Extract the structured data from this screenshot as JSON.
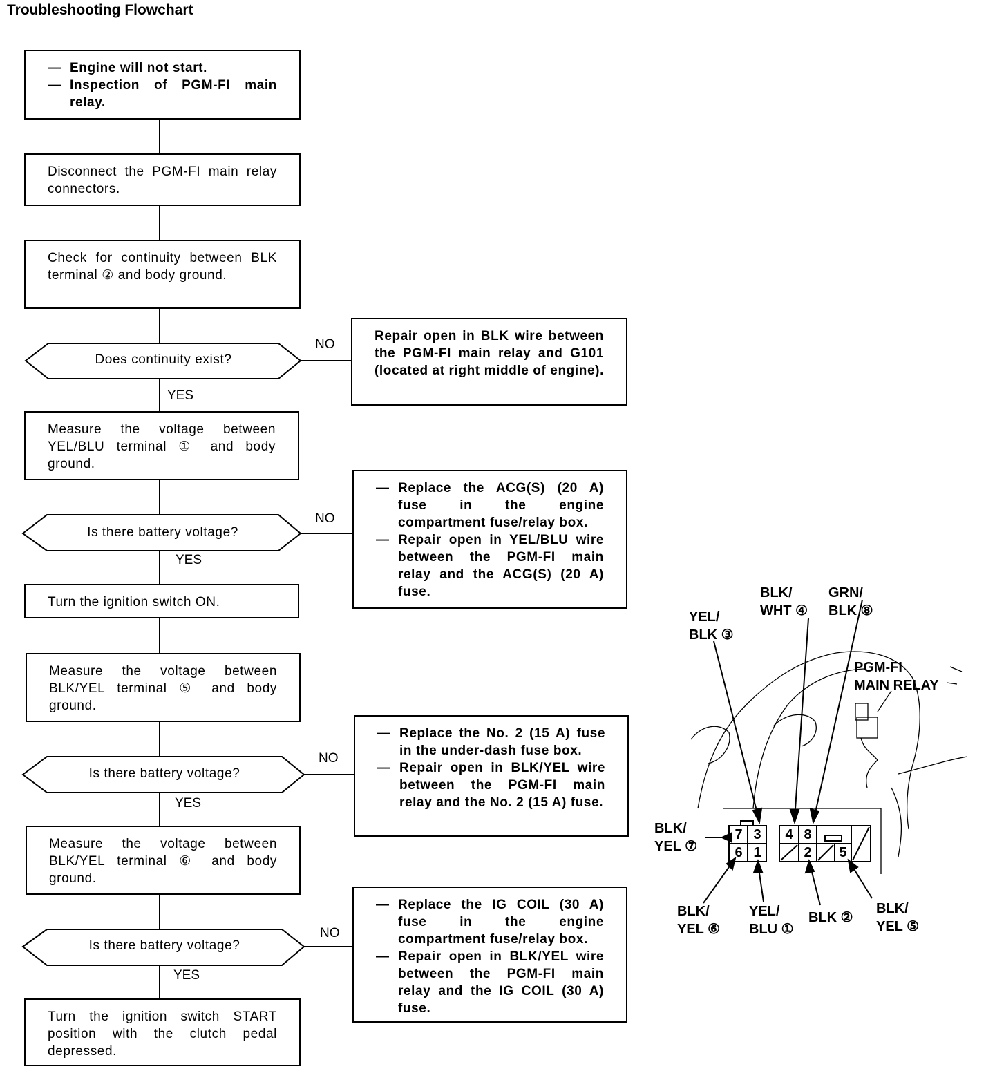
{
  "title": "Troubleshooting Flowchart",
  "flow": {
    "start": {
      "items": [
        "Engine will not start.",
        "Inspection of PGM-FI main relay."
      ]
    },
    "step1": "Disconnect the PGM-FI main relay connectors.",
    "step2": "Check for continuity between BLK terminal ② and body ground.",
    "decision1": {
      "question": "Does continuity exist?",
      "yes": "YES",
      "no": "NO"
    },
    "repair1": "Repair open in BLK wire between the PGM-FI main relay and G101 (located at right middle of engine).",
    "step3": "Measure the voltage between YEL/BLU terminal ① and body ground.",
    "decision2": {
      "question": "Is there battery voltage?",
      "yes": "YES",
      "no": "NO"
    },
    "repair2": {
      "items": [
        "Replace the ACG(S) (20 A) fuse in the engine compartment fuse/relay box.",
        "Repair open in YEL/BLU wire between the PGM-FI main relay and the ACG(S) (20 A) fuse."
      ]
    },
    "step4": "Turn the ignition switch ON.",
    "step5": "Measure the voltage between BLK/YEL terminal ⑤ and body ground.",
    "decision3": {
      "question": "Is there battery voltage?",
      "yes": "YES",
      "no": "NO"
    },
    "repair3": {
      "items": [
        "Replace the No. 2 (15 A) fuse in the under-dash fuse box.",
        "Repair open in BLK/YEL wire between the PGM-FI main relay and the No. 2 (15 A) fuse."
      ]
    },
    "step6": "Measure the voltage between BLK/YEL terminal ⑥ and body ground.",
    "decision4": {
      "question": "Is there battery voltage?",
      "yes": "YES",
      "no": "NO"
    },
    "repair4": {
      "items": [
        "Replace the IG COIL (30 A) fuse in the engine compartment fuse/relay box.",
        "Repair open in BLK/YEL wire between the PGM-FI main relay and the IG COIL (30 A) fuse."
      ]
    },
    "step7": "Turn the ignition switch START position with the clutch pedal depressed."
  },
  "connector_diagram": {
    "relay_label_1": "PGM-FI",
    "relay_label_2": "MAIN RELAY",
    "wires": {
      "blk_wht_4": {
        "line1": "BLK/",
        "line2": "WHT ④"
      },
      "grn_blk_8": {
        "line1": "GRN/",
        "line2": "BLK ⑧"
      },
      "yel_blk_3": {
        "line1": "YEL/",
        "line2": "BLK ③"
      },
      "blk_yel_7": {
        "line1": "BLK/",
        "line2": "YEL ⑦"
      },
      "blk_yel_6": {
        "line1": "BLK/",
        "line2": "YEL ⑥"
      },
      "yel_blu_1": {
        "line1": "YEL/",
        "line2": "BLU ①"
      },
      "blk_2": {
        "line1": "BLK ②"
      },
      "blk_yel_5": {
        "line1": "BLK/",
        "line2": "YEL ⑤"
      }
    },
    "pins": [
      "7",
      "3",
      "6",
      "1",
      "4",
      "8",
      "2",
      "5"
    ]
  }
}
